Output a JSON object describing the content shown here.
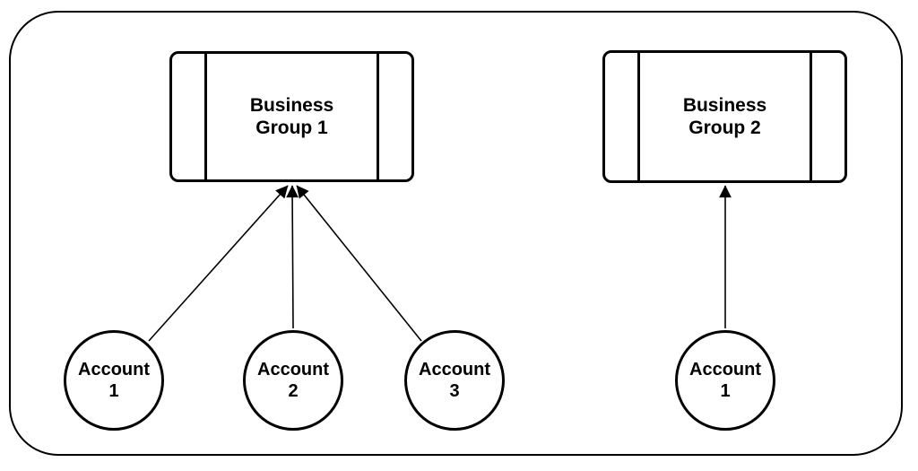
{
  "canvas": {
    "background_color": "#ffffff",
    "stroke_color": "#000000",
    "text_color": "#000000"
  },
  "nodes": {
    "groups": [
      {
        "label": "Business Group 1"
      },
      {
        "label": "Business Group 2"
      }
    ],
    "accounts": [
      {
        "label": "Account 1"
      },
      {
        "label": "Account 2"
      },
      {
        "label": "Account 3"
      },
      {
        "label": "Account 1"
      }
    ]
  },
  "edges": [
    {
      "from": "Account 1",
      "to": "Business Group 1",
      "arrow": "solid-triangle"
    },
    {
      "from": "Account 2",
      "to": "Business Group 1",
      "arrow": "solid-triangle"
    },
    {
      "from": "Account 3",
      "to": "Business Group 1",
      "arrow": "solid-triangle"
    },
    {
      "from": "Account 1",
      "to": "Business Group 2",
      "arrow": "solid-triangle"
    }
  ]
}
